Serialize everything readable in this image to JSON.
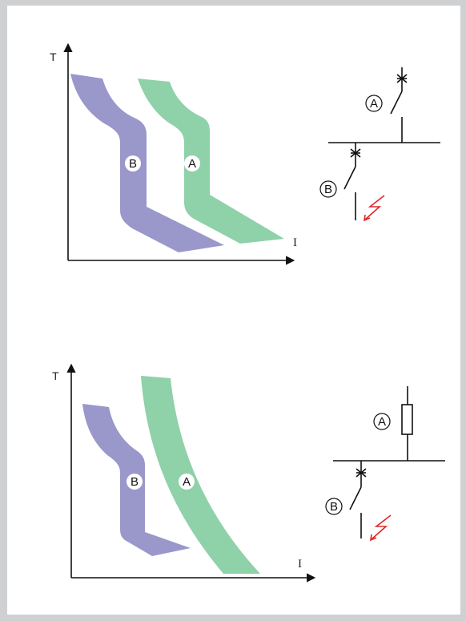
{
  "colors": {
    "band_a": "#8fd1a9",
    "band_b": "#9a97cb",
    "axis": "#111111",
    "fault": "#e0282a",
    "background": "#cfd0d2"
  },
  "diagrams": [
    {
      "name": "breaker-selectivity",
      "y_axis": "T",
      "x_axis": "I",
      "curve_labels": [
        "B",
        "A"
      ],
      "device_labels": [
        "A",
        "B"
      ],
      "upstream_device": "circuit-breaker",
      "downstream_device": "circuit-breaker"
    },
    {
      "name": "fuse-breaker-selectivity",
      "y_axis": "T",
      "x_axis": "I",
      "curve_labels": [
        "B",
        "A"
      ],
      "device_labels": [
        "A",
        "B"
      ],
      "upstream_device": "fuse",
      "downstream_device": "circuit-breaker"
    }
  ]
}
